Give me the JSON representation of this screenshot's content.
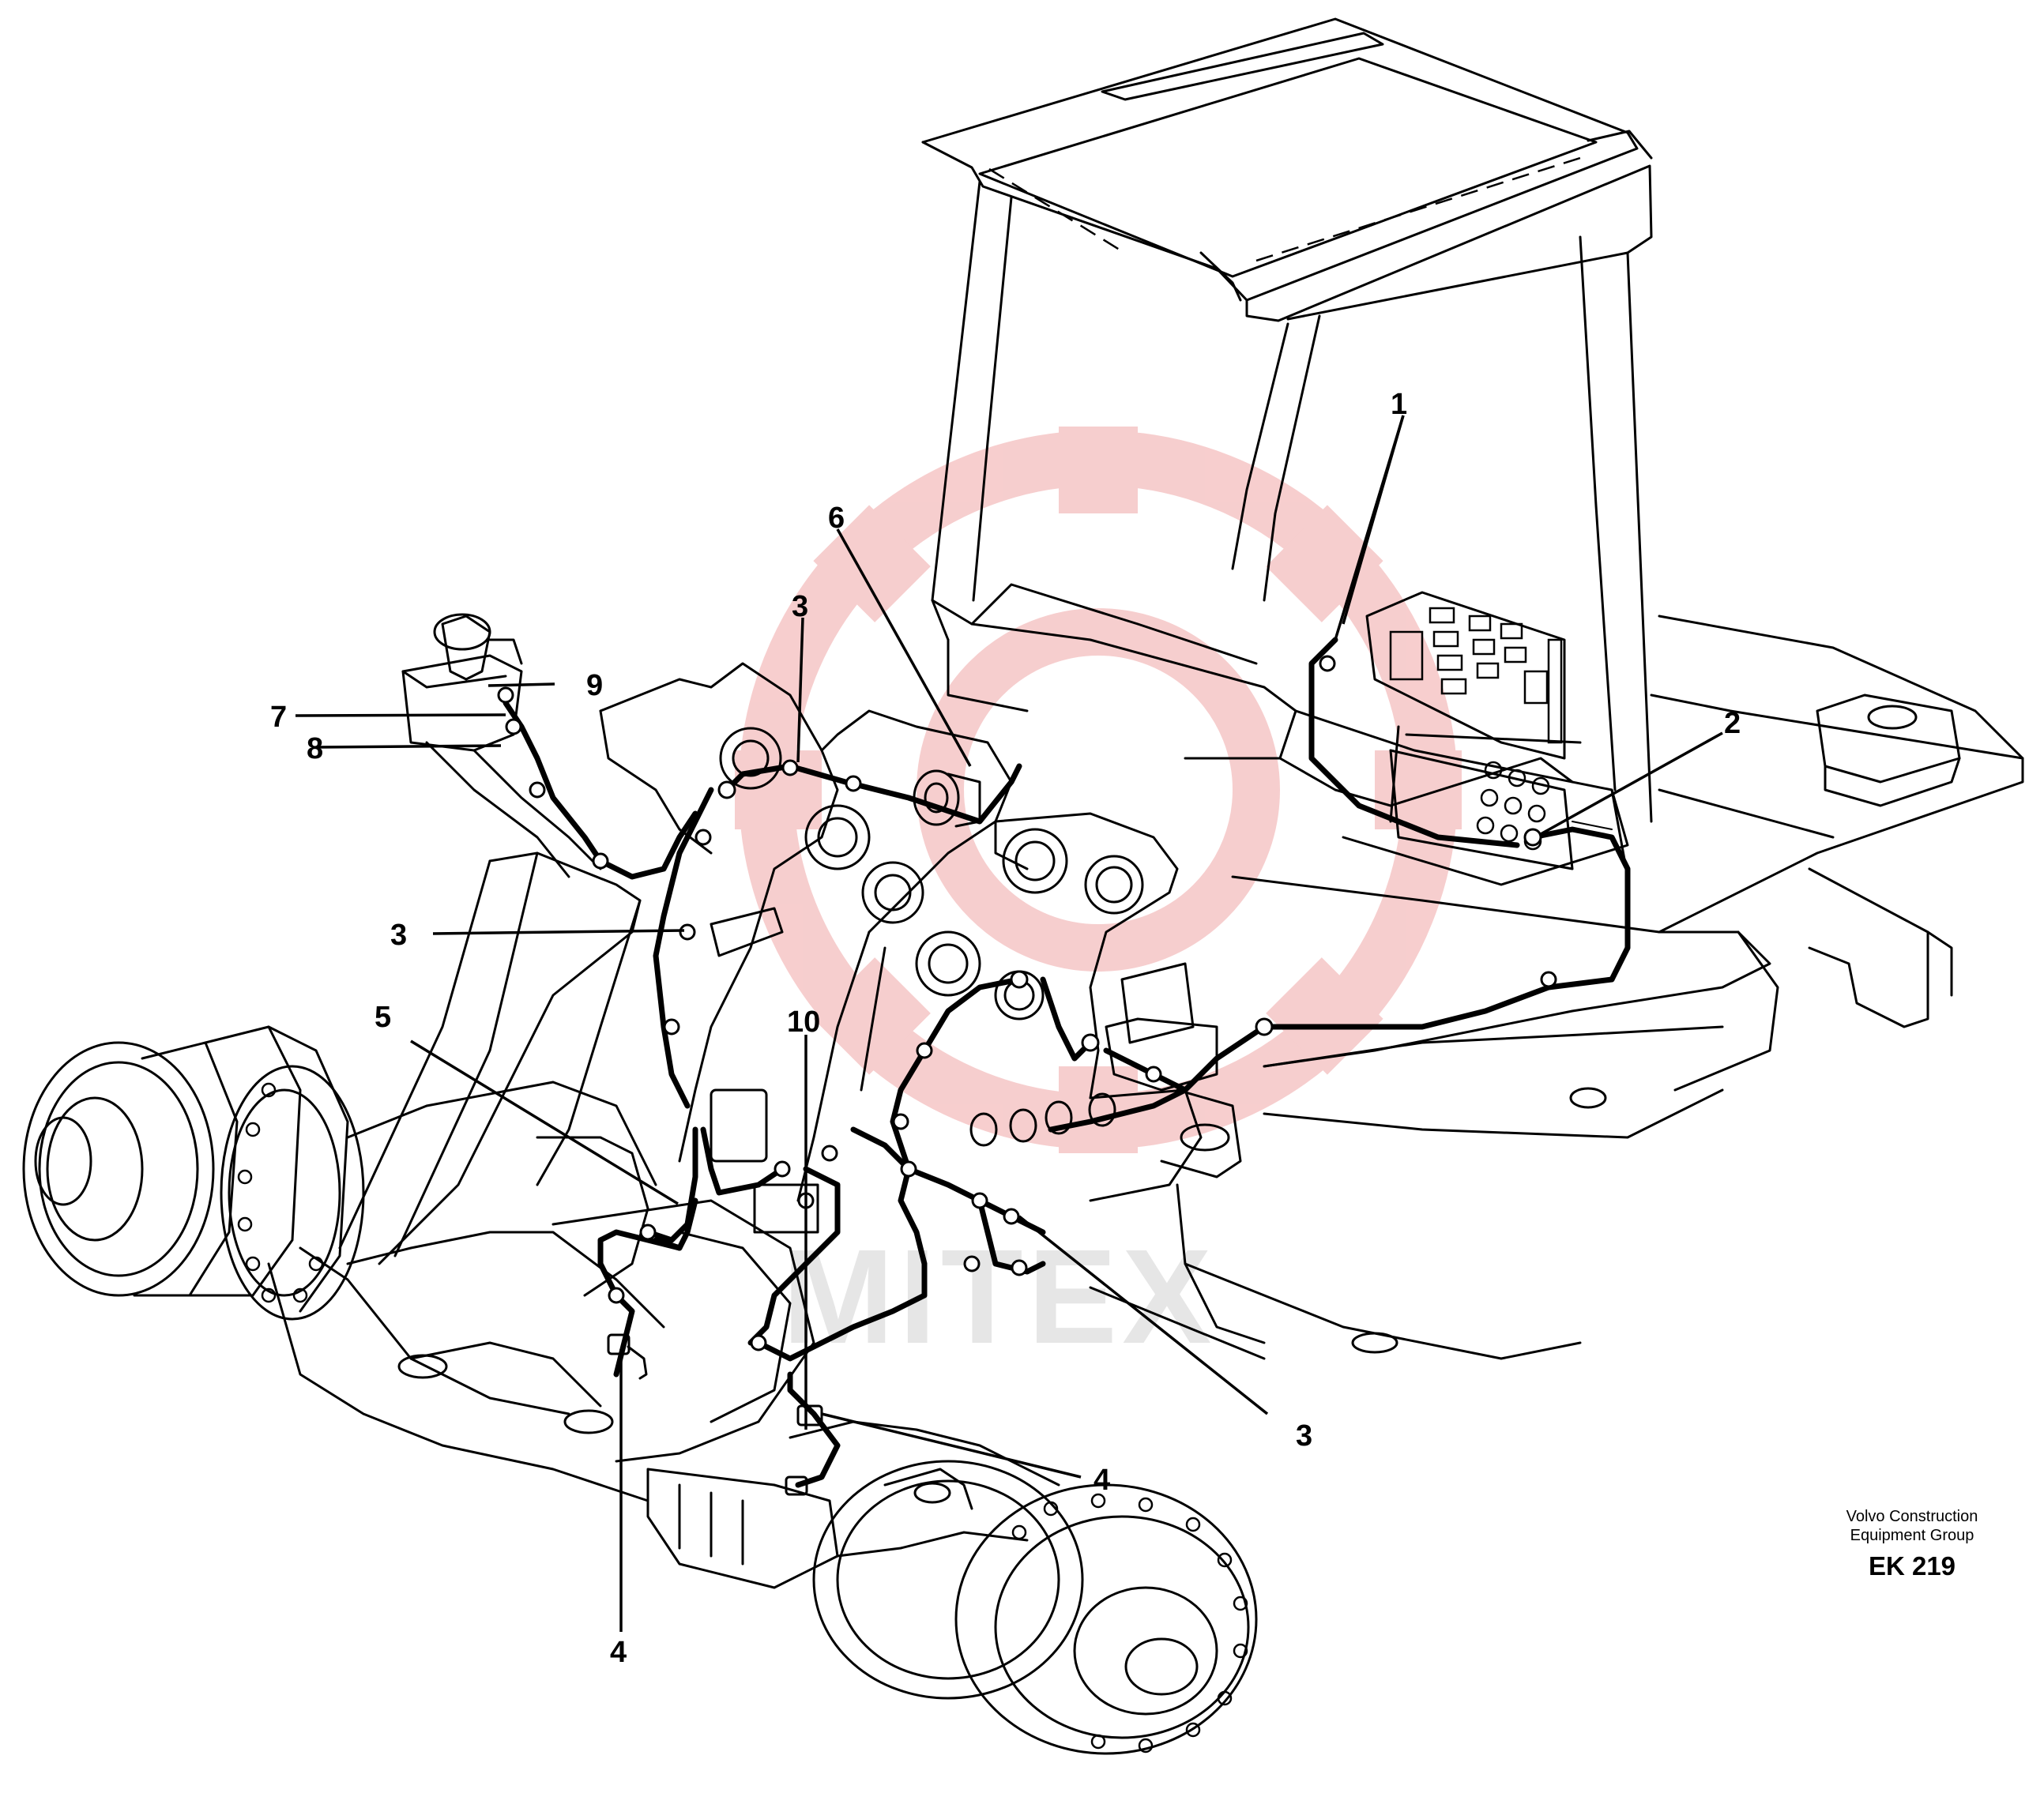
{
  "callouts": [
    {
      "id": "c1",
      "label": "1"
    },
    {
      "id": "c2",
      "label": "2"
    },
    {
      "id": "c3a",
      "label": "3"
    },
    {
      "id": "c3b",
      "label": "3"
    },
    {
      "id": "c3c",
      "label": "3"
    },
    {
      "id": "c4a",
      "label": "4"
    },
    {
      "id": "c4b",
      "label": "4"
    },
    {
      "id": "c5",
      "label": "5"
    },
    {
      "id": "c6",
      "label": "6"
    },
    {
      "id": "c7",
      "label": "7"
    },
    {
      "id": "c8",
      "label": "8"
    },
    {
      "id": "c9",
      "label": "9"
    },
    {
      "id": "c10",
      "label": "10"
    }
  ],
  "caption": {
    "line1": "Volvo Construction",
    "line2": "Equipment Group",
    "code": "EK 219"
  },
  "watermark": {
    "text": "MITEX",
    "gear_color": "#f6c9c9",
    "text_color": "#e6e6e6"
  }
}
